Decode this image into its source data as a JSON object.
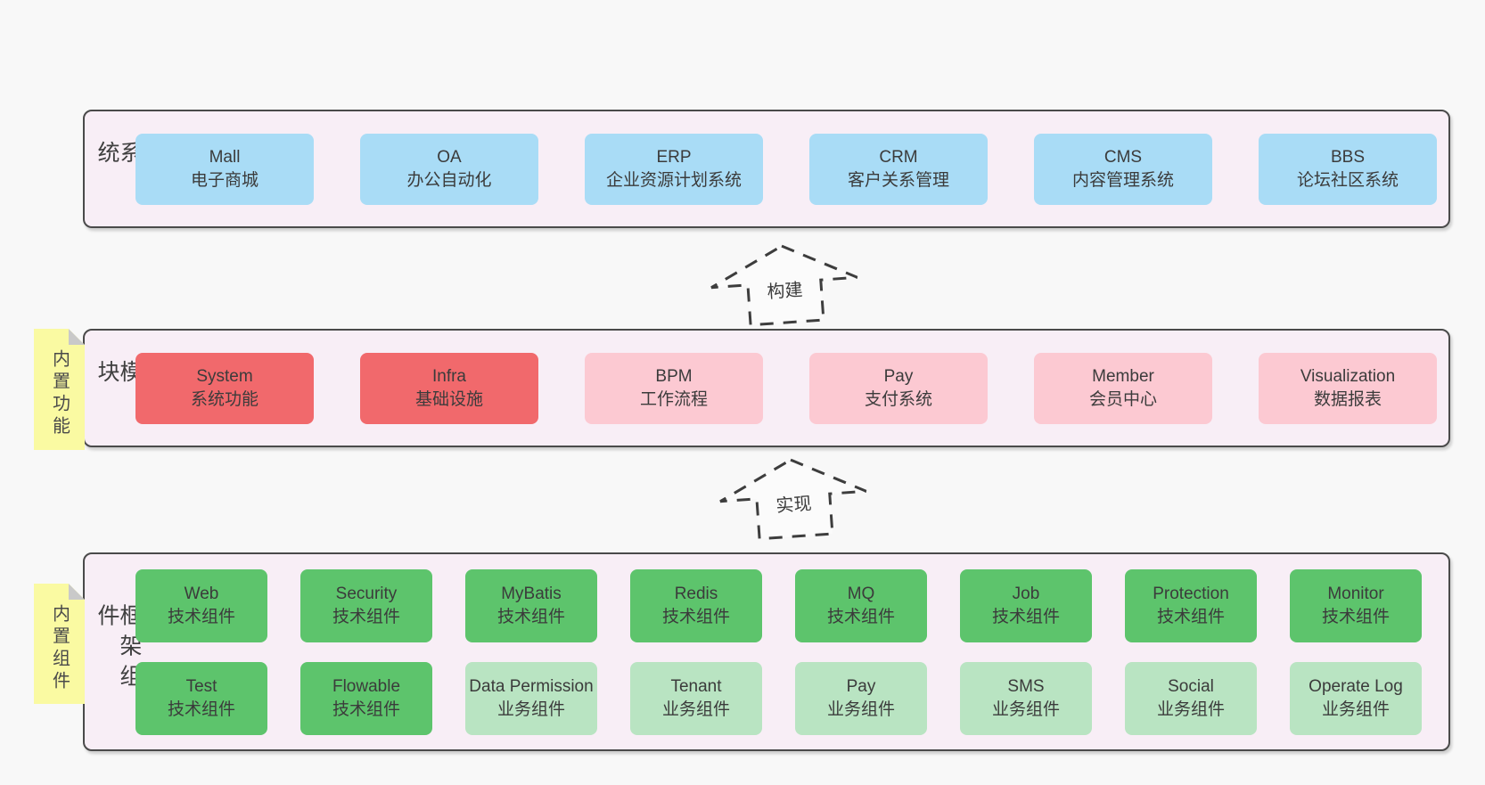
{
  "colors": {
    "blue": "#a9dcf6",
    "red": "#f1696c",
    "pink": "#fcc9d2",
    "green": "#5dc46c",
    "light_green": "#b9e4c2",
    "note_yellow": "#fafaa2",
    "layer_fill": "#f8eef6",
    "border": "#4a4a4a"
  },
  "arrows": [
    {
      "label": "构建"
    },
    {
      "label": "实现"
    }
  ],
  "layers": [
    {
      "label": "业务系统",
      "rows": [
        [
          {
            "en": "Mall",
            "zh": "电子商城",
            "variant": "blue"
          },
          {
            "en": "OA",
            "zh": "办公自动化",
            "variant": "blue"
          },
          {
            "en": "ERP",
            "zh": "企业资源计划系统",
            "variant": "blue"
          },
          {
            "en": "CRM",
            "zh": "客户关系管理",
            "variant": "blue"
          },
          {
            "en": "CMS",
            "zh": "内容管理系统",
            "variant": "blue"
          },
          {
            "en": "BBS",
            "zh": "论坛社区系统",
            "variant": "blue"
          }
        ]
      ]
    },
    {
      "label": "通用模块",
      "note": "内置功能",
      "rows": [
        [
          {
            "en": "System",
            "zh": "系统功能",
            "variant": "red"
          },
          {
            "en": "Infra",
            "zh": "基础设施",
            "variant": "red"
          },
          {
            "en": "BPM",
            "zh": "工作流程",
            "variant": "pink"
          },
          {
            "en": "Pay",
            "zh": "支付系统",
            "variant": "pink"
          },
          {
            "en": "Member",
            "zh": "会员中心",
            "variant": "pink"
          },
          {
            "en": "Visualization",
            "zh": "数据报表",
            "variant": "pink"
          }
        ]
      ]
    },
    {
      "label": "框架组件",
      "note": "内置组件",
      "rows": [
        [
          {
            "en": "Web",
            "zh": "技术组件",
            "variant": "green"
          },
          {
            "en": "Security",
            "zh": "技术组件",
            "variant": "green"
          },
          {
            "en": "MyBatis",
            "zh": "技术组件",
            "variant": "green"
          },
          {
            "en": "Redis",
            "zh": "技术组件",
            "variant": "green"
          },
          {
            "en": "MQ",
            "zh": "技术组件",
            "variant": "green"
          },
          {
            "en": "Job",
            "zh": "技术组件",
            "variant": "green"
          },
          {
            "en": "Protection",
            "zh": "技术组件",
            "variant": "green"
          },
          {
            "en": "Monitor",
            "zh": "技术组件",
            "variant": "green"
          }
        ],
        [
          {
            "en": "Test",
            "zh": "技术组件",
            "variant": "green"
          },
          {
            "en": "Flowable",
            "zh": "技术组件",
            "variant": "green"
          },
          {
            "en": "Data Permission",
            "zh": "业务组件",
            "variant": "light_green"
          },
          {
            "en": "Tenant",
            "zh": "业务组件",
            "variant": "light_green"
          },
          {
            "en": "Pay",
            "zh": "业务组件",
            "variant": "light_green"
          },
          {
            "en": "SMS",
            "zh": "业务组件",
            "variant": "light_green"
          },
          {
            "en": "Social",
            "zh": "业务组件",
            "variant": "light_green"
          },
          {
            "en": "Operate Log",
            "zh": "业务组件",
            "variant": "light_green"
          }
        ]
      ]
    }
  ]
}
